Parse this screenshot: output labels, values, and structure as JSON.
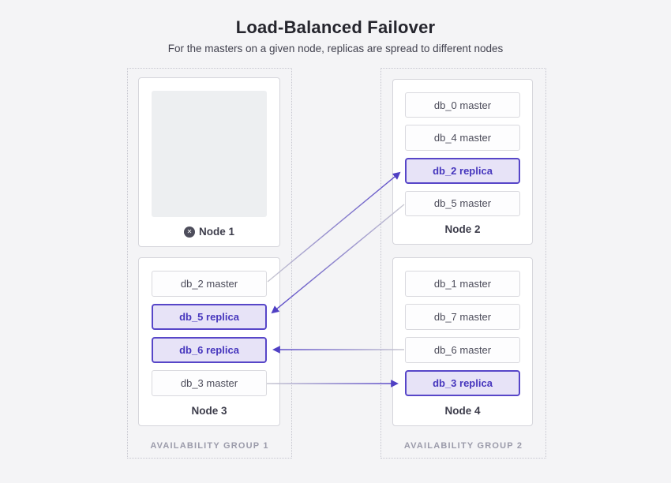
{
  "header": {
    "title": "Load-Balanced Failover",
    "subtitle": "For the masters on a given node, replicas are spread to different nodes"
  },
  "groups": [
    {
      "label": "AVAILABILITY GROUP 1",
      "nodes": [
        {
          "name": "Node 1",
          "status": "failed",
          "icon": "x-circle-icon",
          "items": []
        },
        {
          "name": "Node 3",
          "status": "healthy",
          "items": [
            {
              "label": "db_2 master",
              "role": "master"
            },
            {
              "label": "db_5 replica",
              "role": "replica"
            },
            {
              "label": "db_6 replica",
              "role": "replica"
            },
            {
              "label": "db_3 master",
              "role": "master"
            }
          ]
        }
      ]
    },
    {
      "label": "AVAILABILITY GROUP 2",
      "nodes": [
        {
          "name": "Node 2",
          "status": "healthy",
          "items": [
            {
              "label": "db_0 master",
              "role": "master"
            },
            {
              "label": "db_4 master",
              "role": "master"
            },
            {
              "label": "db_2 replica",
              "role": "replica"
            },
            {
              "label": "db_5 master",
              "role": "master"
            }
          ]
        },
        {
          "name": "Node 4",
          "status": "healthy",
          "items": [
            {
              "label": "db_1 master",
              "role": "master"
            },
            {
              "label": "db_7 master",
              "role": "master"
            },
            {
              "label": "db_6 master",
              "role": "master"
            },
            {
              "label": "db_3 replica",
              "role": "replica"
            }
          ]
        }
      ]
    }
  ],
  "connections": [
    {
      "from": "db_2 master (Node 3)",
      "to": "db_2 replica (Node 2)"
    },
    {
      "from": "db_5 master (Node 2)",
      "to": "db_5 replica (Node 3)"
    },
    {
      "from": "db_6 master (Node 4)",
      "to": "db_6 replica (Node 3)"
    },
    {
      "from": "db_3 master (Node 3)",
      "to": "db_3 replica (Node 4)"
    }
  ],
  "colors": {
    "accent": "#5746c8",
    "accent_bg": "#e7e3f7",
    "line_source_gray": "#c9c9d2",
    "page_bg": "#f4f4f6"
  }
}
